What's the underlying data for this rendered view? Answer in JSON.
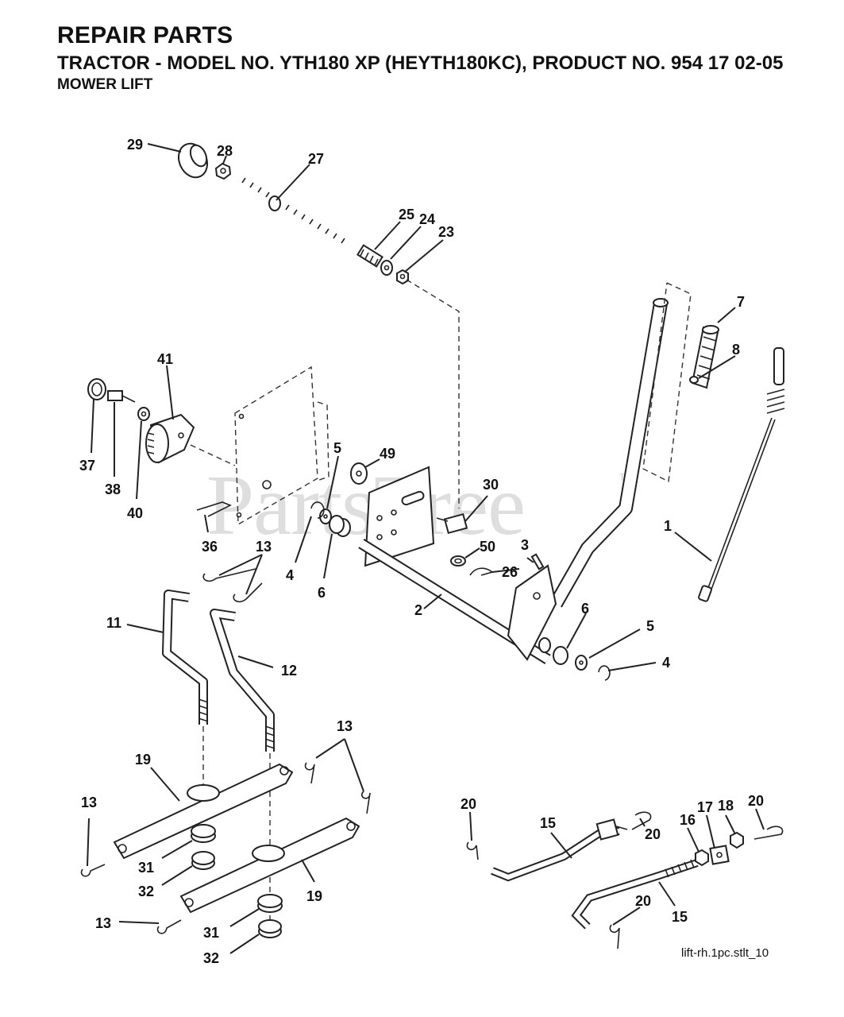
{
  "header": {
    "title": "REPAIR PARTS",
    "model_line": "TRACTOR - MODEL NO. YTH180 XP (HEYTH180KC),  PRODUCT NO. 954 17 02-05",
    "section": "MOWER LIFT"
  },
  "watermark": "PartsTree",
  "watermark_tm": "TM",
  "footer_code": "lift-rh.1pc.stlt_10",
  "callouts": [
    {
      "id": "c29",
      "text": "29"
    },
    {
      "id": "c28",
      "text": "28"
    },
    {
      "id": "c27",
      "text": "27"
    },
    {
      "id": "c25",
      "text": "25"
    },
    {
      "id": "c24",
      "text": "24"
    },
    {
      "id": "c23",
      "text": "23"
    },
    {
      "id": "c7",
      "text": "7"
    },
    {
      "id": "c8",
      "text": "8"
    },
    {
      "id": "c41",
      "text": "41"
    },
    {
      "id": "c37",
      "text": "37"
    },
    {
      "id": "c38",
      "text": "38"
    },
    {
      "id": "c40",
      "text": "40"
    },
    {
      "id": "c5a",
      "text": "5"
    },
    {
      "id": "c49",
      "text": "49"
    },
    {
      "id": "c30",
      "text": "30"
    },
    {
      "id": "c1",
      "text": "1"
    },
    {
      "id": "c36",
      "text": "36"
    },
    {
      "id": "c13a",
      "text": "13"
    },
    {
      "id": "c4a",
      "text": "4"
    },
    {
      "id": "c6a",
      "text": "6"
    },
    {
      "id": "c50",
      "text": "50"
    },
    {
      "id": "c3",
      "text": "3"
    },
    {
      "id": "c26",
      "text": "26"
    },
    {
      "id": "c2",
      "text": "2"
    },
    {
      "id": "c11",
      "text": "11"
    },
    {
      "id": "c12",
      "text": "12"
    },
    {
      "id": "c6b",
      "text": "6"
    },
    {
      "id": "c5b",
      "text": "5"
    },
    {
      "id": "c4b",
      "text": "4"
    },
    {
      "id": "c13b",
      "text": "13"
    },
    {
      "id": "c19a",
      "text": "19"
    },
    {
      "id": "c13c",
      "text": "13"
    },
    {
      "id": "c31a",
      "text": "31"
    },
    {
      "id": "c32a",
      "text": "32"
    },
    {
      "id": "c19b",
      "text": "19"
    },
    {
      "id": "c13d",
      "text": "13"
    },
    {
      "id": "c31b",
      "text": "31"
    },
    {
      "id": "c32b",
      "text": "32"
    },
    {
      "id": "c20a",
      "text": "20"
    },
    {
      "id": "c15a",
      "text": "15"
    },
    {
      "id": "c20b",
      "text": "20"
    },
    {
      "id": "c16",
      "text": "16"
    },
    {
      "id": "c17",
      "text": "17"
    },
    {
      "id": "c18",
      "text": "18"
    },
    {
      "id": "c20c",
      "text": "20"
    },
    {
      "id": "c20d",
      "text": "20"
    },
    {
      "id": "c15b",
      "text": "15"
    }
  ]
}
